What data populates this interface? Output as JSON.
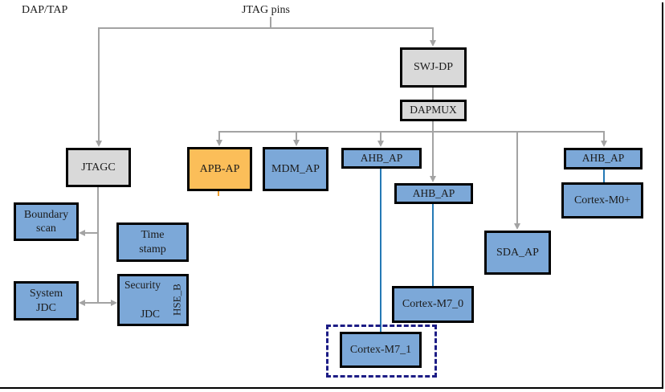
{
  "labels": {
    "dap_tap": "DAP/TAP",
    "jtag_pins": "JTAG pins"
  },
  "nodes": {
    "swj_dp": "SWJ-DP",
    "dapmux": "DAPMUX",
    "jtagc": "JTAGC",
    "apb_ap": "APB-AP",
    "mdm_ap": "MDM_AP",
    "ahb_ap_left": "AHB_AP",
    "ahb_ap_center": "AHB_AP",
    "ahb_ap_right": "AHB_AP",
    "cortex_m0": "Cortex-M0+",
    "sda_ap": "SDA_AP",
    "cortex_m7_0": "Cortex-M7_0",
    "cortex_m7_1": "Cortex-M7_1",
    "boundary_scan": "Boundary\nscan",
    "time_stamp": "Time\nstamp",
    "system_jdc": "System\nJDC",
    "security": "Security",
    "jdc": "JDC",
    "hse_b": "HSE_B"
  },
  "colors": {
    "node_blue_fill": "#7CA8D8",
    "node_gray_fill": "#D9D9D9",
    "node_orange_fill": "#FBBE59",
    "connector_gray": "#A3A3A3",
    "connector_blue": "#2479B5",
    "dashed_border_navy": "#1C1C85",
    "node_border": "#000000"
  }
}
